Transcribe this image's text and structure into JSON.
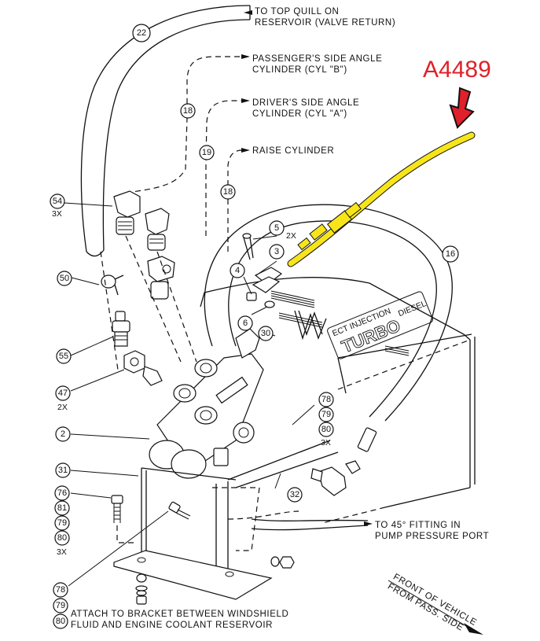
{
  "diagram": {
    "title_stamp": "A4489",
    "stamp_color": "#e0202a",
    "highlight_color": "#f7e51a",
    "callouts": {
      "top_quill": [
        "TO TOP QUILL ON",
        "RESERVOIR (VALVE RETURN)"
      ],
      "passenger_cyl": [
        "PASSENGER'S SIDE ANGLE",
        "CYLINDER (CYL \"B\")"
      ],
      "driver_cyl": [
        "DRIVER'S SIDE ANGLE",
        "CYLINDER (CYL \"A\")"
      ],
      "raise_cyl": [
        "RAISE CYLINDER"
      ],
      "pump_port": [
        "TO 45° FITTING IN",
        "PUMP PRESSURE PORT"
      ],
      "bracket_note": [
        "ATTACH TO BRACKET BETWEEN WINDSHIELD",
        "FLUID AND ENGINE COOLANT RESERVOIR"
      ],
      "front_vehicle": [
        "FRONT OF VEHICLE",
        "FROM PASS. SIDE"
      ]
    },
    "engine_badge": {
      "small_text": "ECT INJECTION",
      "large_text": "TURBO",
      "side_text": "DIESEL"
    },
    "balloons": {
      "b22": "22",
      "b18a": "18",
      "b19": "19",
      "b18b": "18",
      "b54": "54",
      "b54_qty": "3X",
      "b50": "50",
      "b55": "55",
      "b47": "47",
      "b47_qty": "2X",
      "b2": "2",
      "b31": "31",
      "b76": "76",
      "b81": "81",
      "b79a": "79",
      "b80a": "80",
      "b76_qty": "3X",
      "b5": "5",
      "b5_qty": "2X",
      "b3": "3",
      "b4": "4",
      "b6": "6",
      "b30": "30",
      "b16": "16",
      "b78a": "78",
      "b79b": "79",
      "b80b": "80",
      "b78_qty": "3X",
      "b32": "32",
      "b78b": "78",
      "b79c": "79",
      "b80c": "80"
    }
  }
}
